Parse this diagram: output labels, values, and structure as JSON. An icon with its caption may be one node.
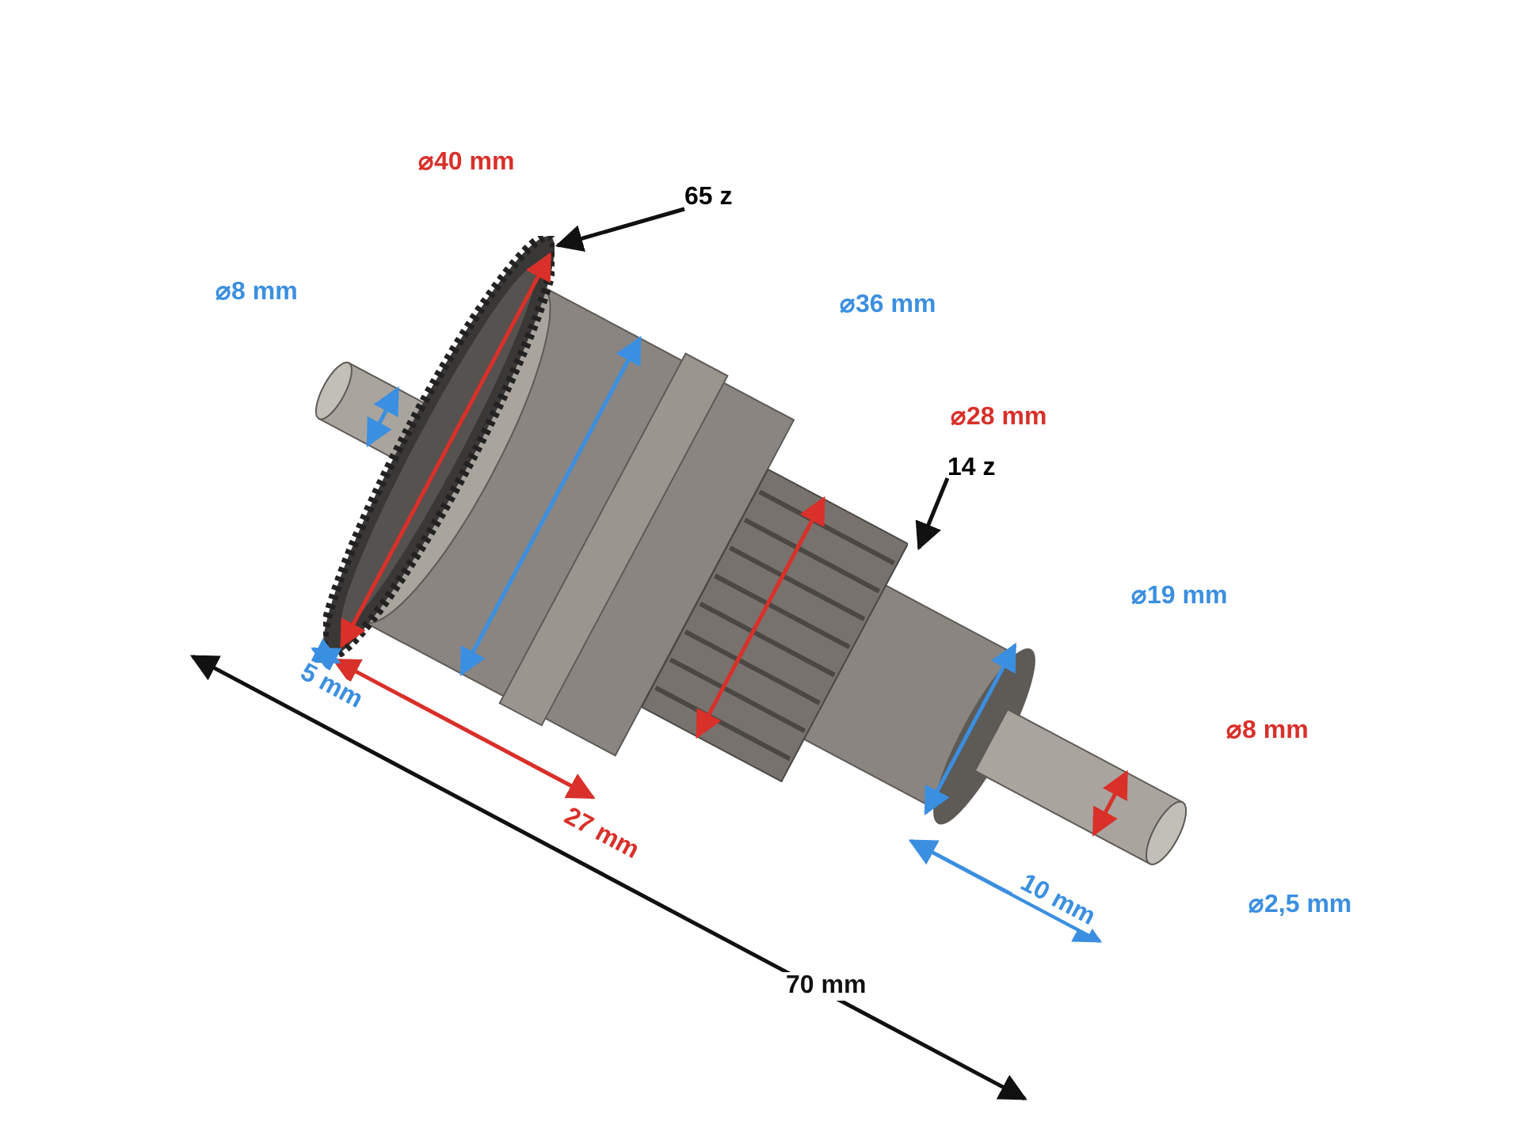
{
  "diagram": {
    "nodes": [
      {
        "text": [
          "65 z"
        ]
      },
      {
        "text": [],
        "shape": "picture"
      },
      {
        "text": [
          "14 z"
        ]
      },
      {
        "text": [],
        "shape": "picture"
      }
    ],
    "edges": [
      {
        "from": 0,
        "to": 1,
        "arrow": "to"
      },
      {
        "from": 2,
        "to": 3,
        "arrow": "to"
      }
    ],
    "labels": [
      "⌀40 mm",
      "⌀8 mm",
      "⌀36 mm",
      "⌀28 mm",
      "⌀19 mm",
      "⌀8 mm",
      "5 mm",
      "27 mm",
      "10 mm",
      "⌀2,5 mm",
      "70 mm"
    ]
  }
}
